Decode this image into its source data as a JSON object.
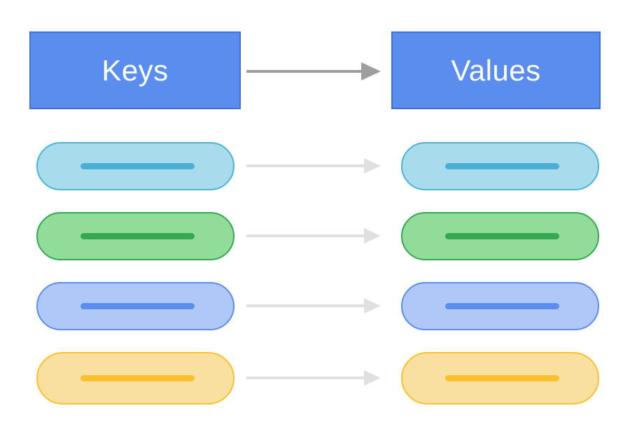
{
  "diagram": {
    "title_left": "Keys",
    "title_right": "Values",
    "header_fill": "#5B8DEF",
    "header_border": "#3F6FD8",
    "header_text_color": "#FFFFFF",
    "background": "#FFFFFF",
    "main_arrow": {
      "name": "keys-to-values-arrow",
      "color": "#9E9E9E",
      "direction": "right"
    },
    "row_arrow_color": "#E0E0E0",
    "rows": [
      {
        "index": 1,
        "name": "cyan",
        "fill": "#A8DCEC",
        "border": "#4BB3D4",
        "bar": "#4BAFD4",
        "arrow_color": "#E0E0E0"
      },
      {
        "index": 2,
        "name": "green",
        "fill": "#90DC98",
        "border": "#34A853",
        "bar": "#34A853",
        "arrow_color": "#E0E0E0"
      },
      {
        "index": 3,
        "name": "blue",
        "fill": "#AFC8F8",
        "border": "#5B8DEF",
        "bar": "#5B8DEF",
        "arrow_color": "#E0E0E0"
      },
      {
        "index": 4,
        "name": "yellow",
        "fill": "#FAE0A0",
        "border": "#FBC02D",
        "bar": "#FBC02D",
        "arrow_color": "#E0E0E0"
      }
    ]
  }
}
